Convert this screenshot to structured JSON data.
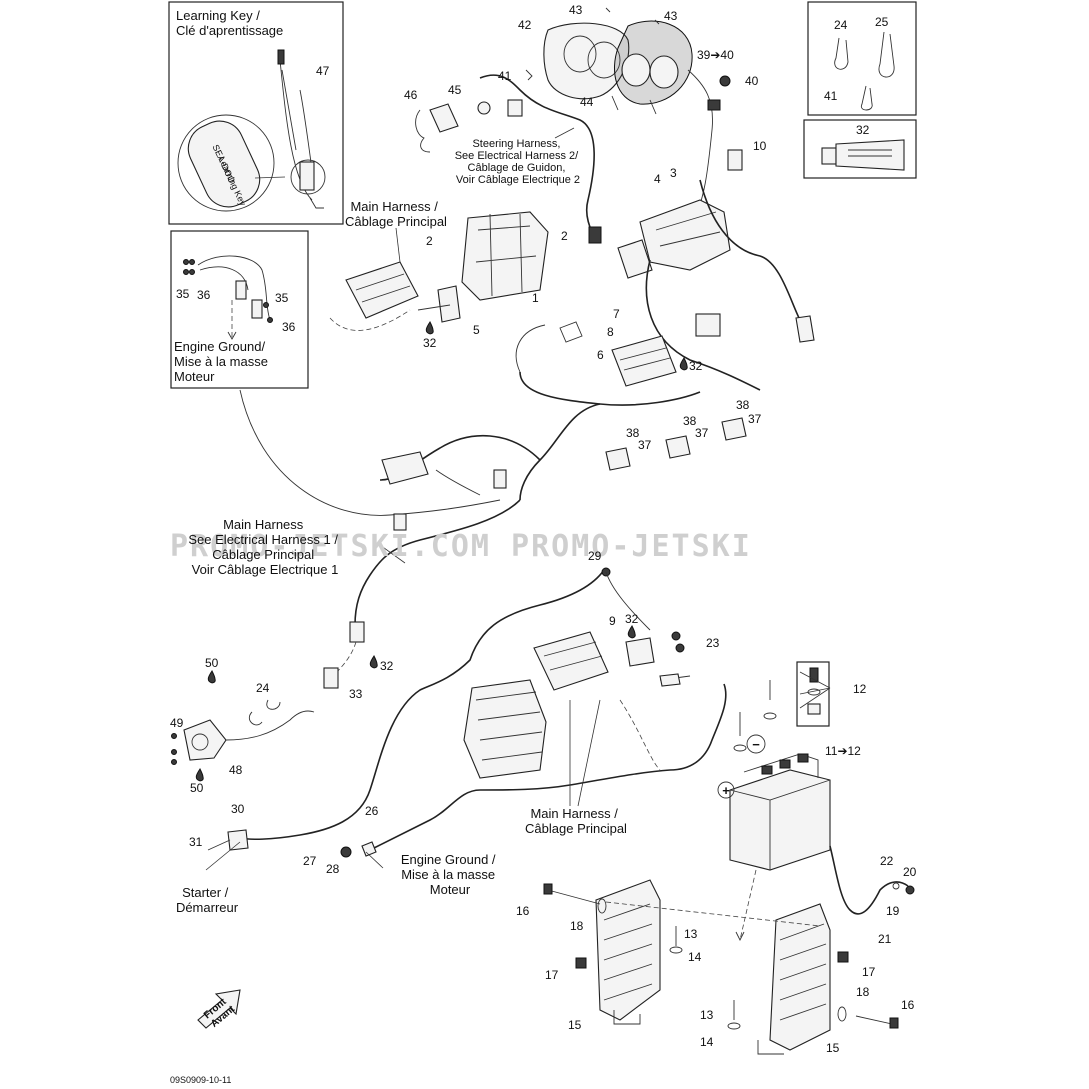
{
  "watermark": "PROMO-JETSKI.COM PROMO-JETSKI",
  "drawing_code": "09S0909-10-11",
  "callouts": {
    "learning_key": [
      "Learning Key /",
      "Clé d'aprentissage"
    ],
    "main_harness_top": [
      "Main Harness /",
      "Câblage Principal"
    ],
    "steering_harness": [
      "Steering Harness,",
      "See Electrical Harness 2/",
      "Câblage de Guidon,",
      "Voir Câblage Electrique 2"
    ],
    "engine_ground_left": [
      "Engine Ground/",
      "Mise à la masse",
      "Moteur"
    ],
    "main_harness_mid": [
      "Main Harness",
      "See Electrical Harness 1 /",
      "Câblage Principal",
      "Voir Câblage Electrique 1"
    ],
    "main_harness_bottom": [
      "Main Harness /",
      "Câblage Principal"
    ],
    "engine_ground_bottom": [
      "Engine Ground /",
      "Mise à la masse",
      "Moteur"
    ],
    "starter": [
      "Starter /",
      "Démarreur"
    ],
    "front_arrow": [
      "Front",
      "Avant"
    ]
  },
  "part_numbers": {
    "n1": "1",
    "n2a": "2",
    "n2b": "2",
    "n3": "3",
    "n4": "4",
    "n5": "5",
    "n6": "6",
    "n7": "7",
    "n8": "8",
    "n9": "9",
    "n10": "10",
    "n11": "11➔12",
    "n12": "12",
    "n13a": "13",
    "n13b": "13",
    "n14a": "14",
    "n14b": "14",
    "n15a": "15",
    "n15b": "15",
    "n16a": "16",
    "n16b": "16",
    "n17a": "17",
    "n17b": "17",
    "n18a": "18",
    "n18b": "18",
    "n19": "19",
    "n20": "20",
    "n21": "21",
    "n22": "22",
    "n23": "23",
    "n24a": "24",
    "n24b": "24",
    "n25": "25",
    "n26": "26",
    "n27": "27",
    "n28": "28",
    "n29": "29",
    "n30": "30",
    "n31": "31",
    "n32a": "32",
    "n32b": "32",
    "n32c": "32",
    "n32d": "32",
    "n32e": "32",
    "n33": "33",
    "n35a": "35",
    "n36a": "36",
    "n35b": "35",
    "n36b": "36",
    "n37a": "37",
    "n38a": "38",
    "n37b": "37",
    "n38b": "38",
    "n37c": "37",
    "n38c": "38",
    "n39": "39➔40",
    "n40": "40",
    "n41a": "41",
    "n41b": "41",
    "n42": "42",
    "n43a": "43",
    "n43b": "43",
    "n44": "44",
    "n45": "45",
    "n46": "46",
    "n47": "47",
    "n48": "48",
    "n49": "49",
    "n50a": "50",
    "n50b": "50"
  },
  "symbols": {
    "minus": "−",
    "plus": "+"
  }
}
